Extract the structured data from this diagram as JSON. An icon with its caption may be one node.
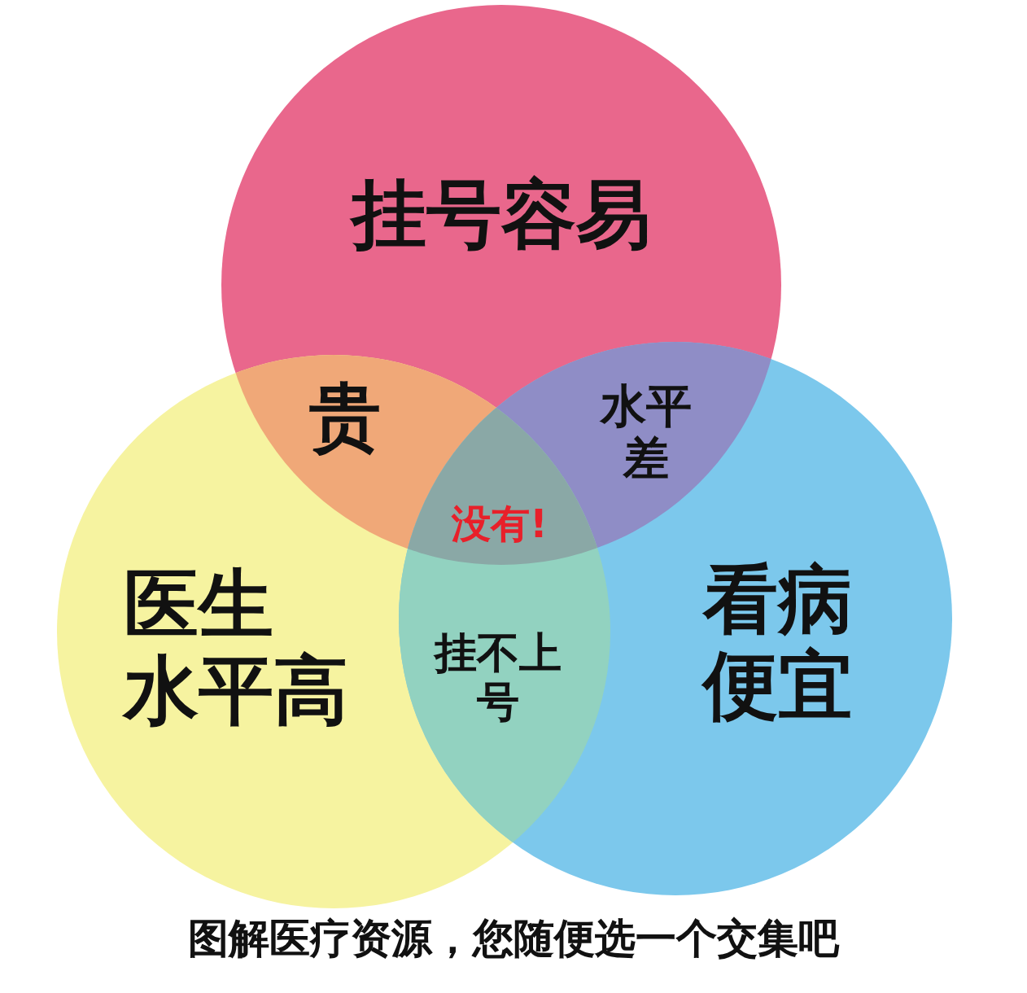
{
  "diagram": {
    "caption": "图解医疗资源，您随便选一个交集吧",
    "nodes": [
      {
        "text": [
          "挂号容易"
        ]
      },
      {
        "text": [
          "医生水平高"
        ]
      },
      {
        "text": [
          "看病便宜"
        ]
      }
    ],
    "labels": [
      "贵",
      "水平差",
      "没有!",
      "挂不上号"
    ]
  }
}
